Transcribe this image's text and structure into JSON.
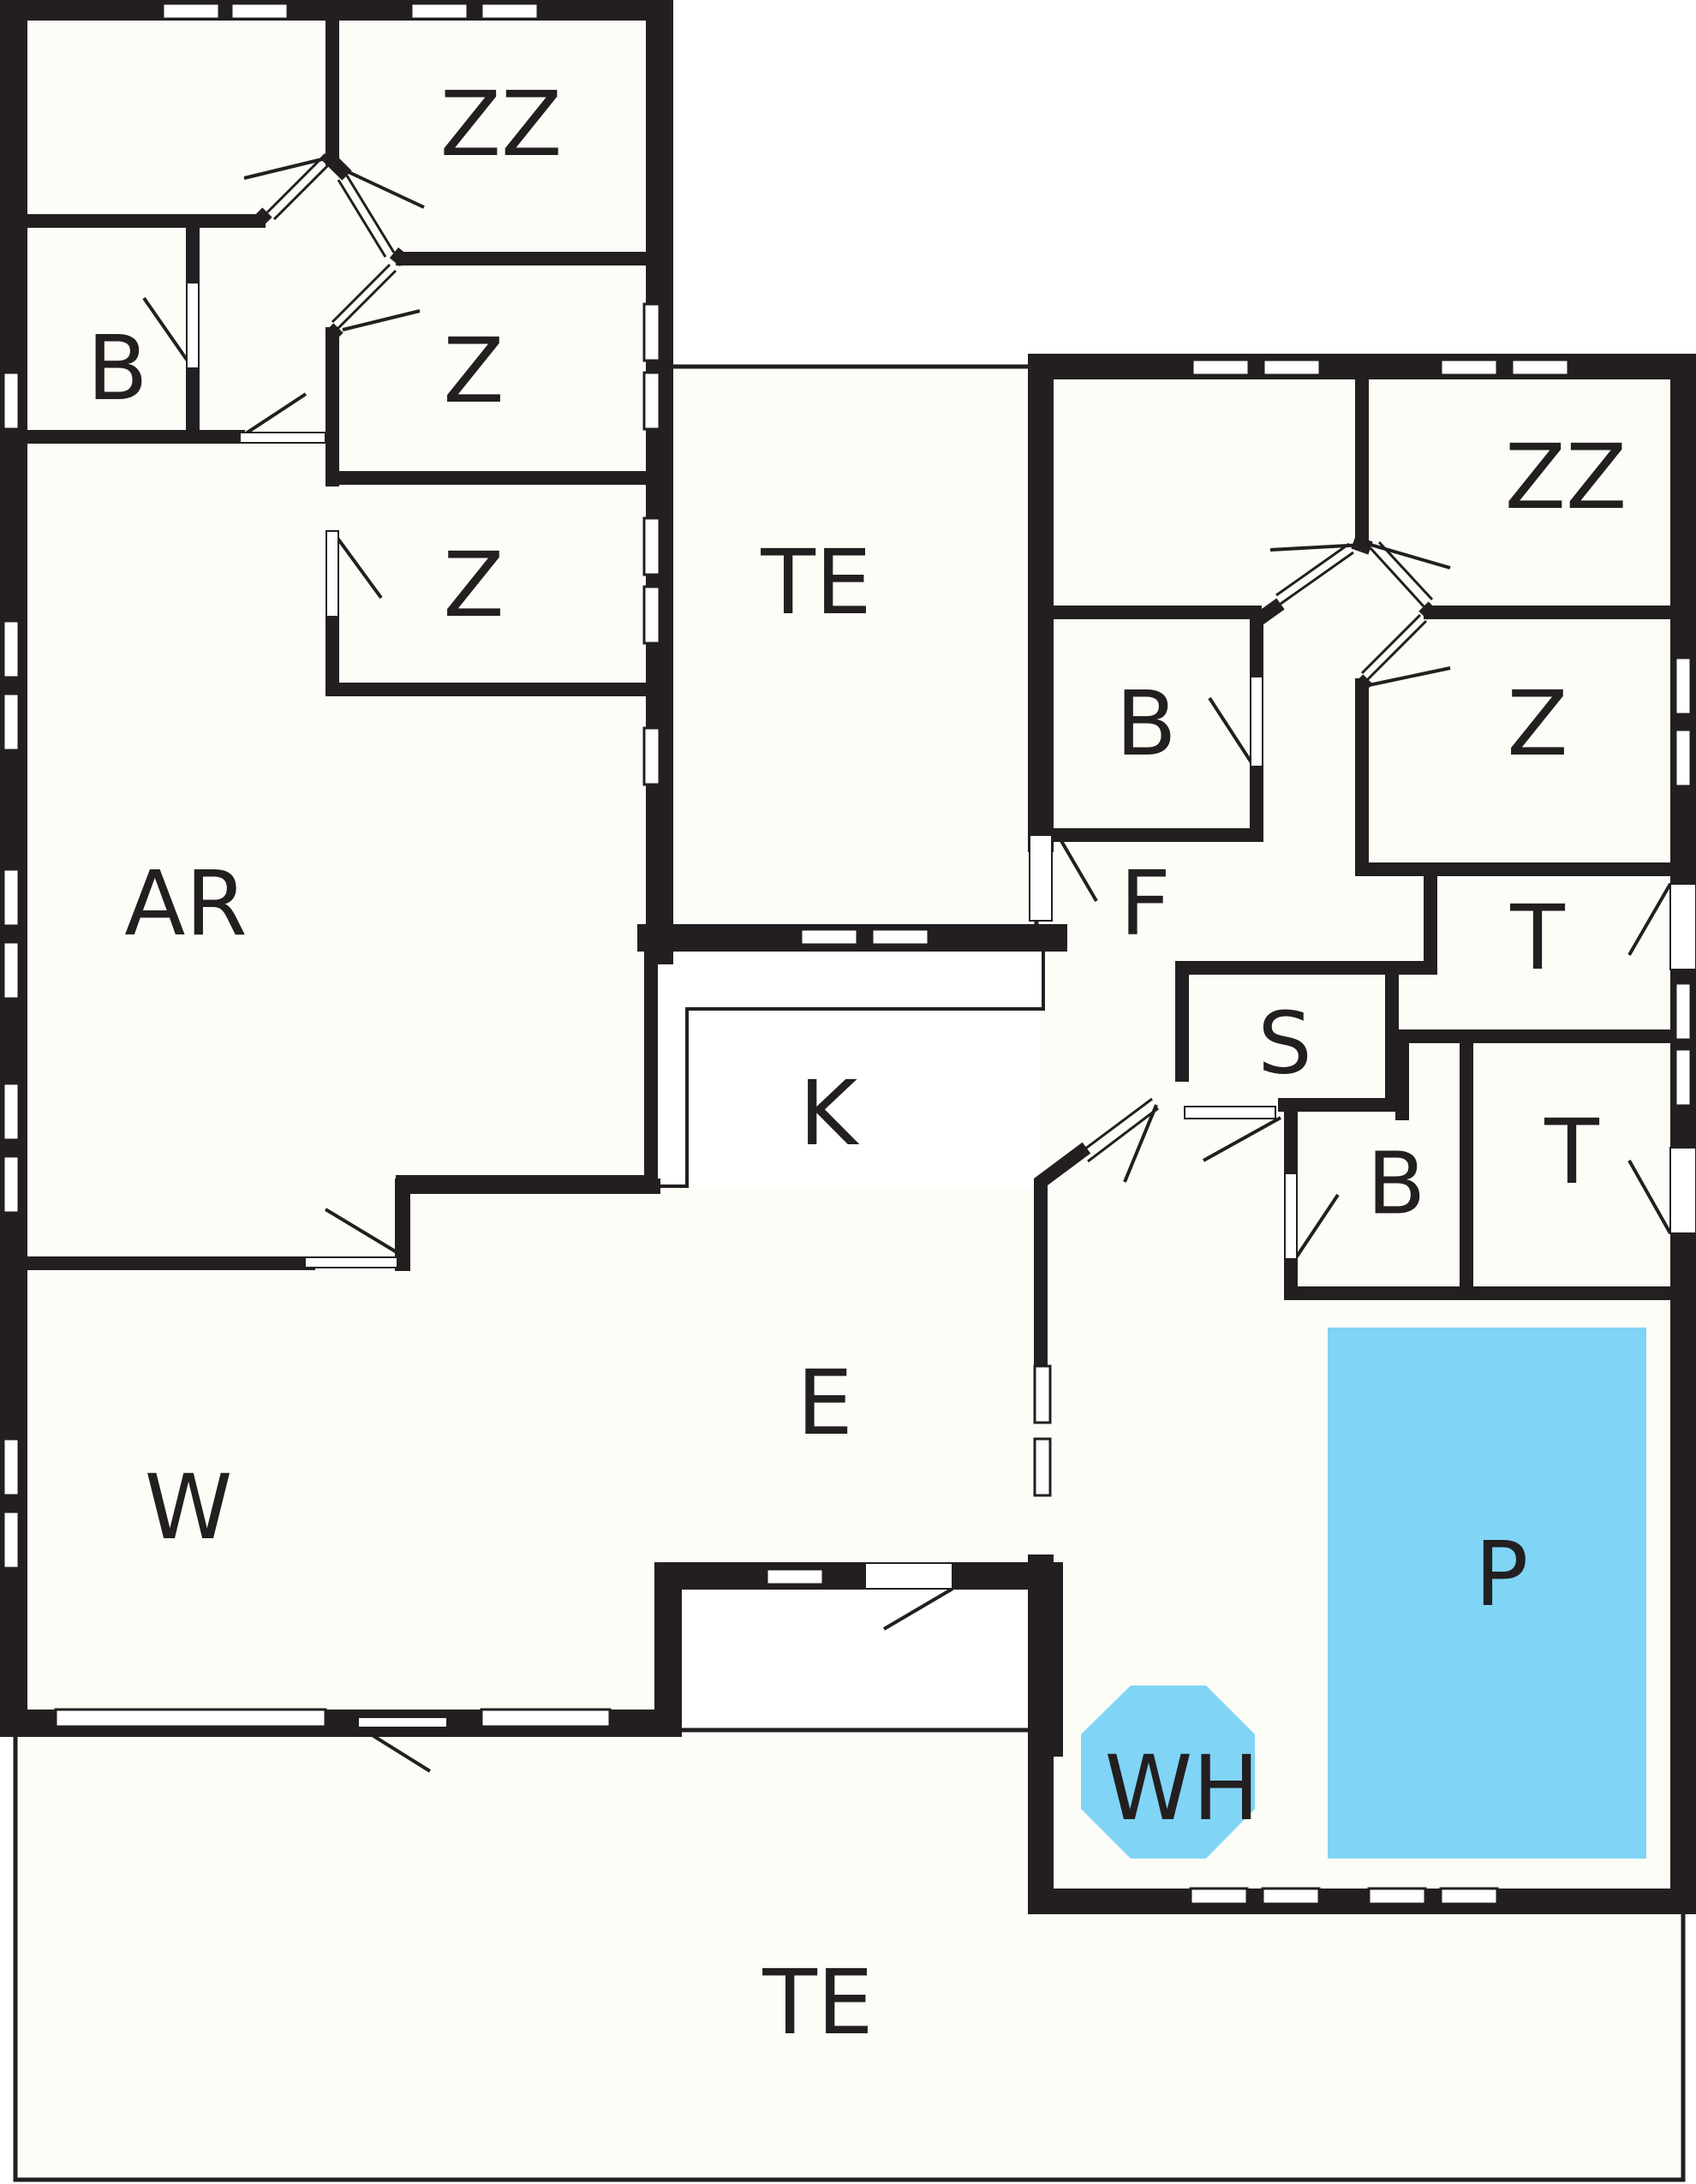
{
  "colors": {
    "wall": "#231f20",
    "floor": "#fdfdf7",
    "water": "#80d4f6",
    "background": "#ffffff"
  },
  "labels": {
    "zz_top": "ZZ",
    "b_top": "B",
    "z_upper": "Z",
    "z_lower": "Z",
    "ar": "AR",
    "te_mid": "TE",
    "zz_right": "ZZ",
    "b_right": "B",
    "z_right": "Z",
    "f": "F",
    "t_upper": "T",
    "s": "S",
    "k": "K",
    "b_small": "B",
    "t_lower": "T",
    "e": "E",
    "w": "W",
    "p": "P",
    "wh": "WH",
    "te_bottom": "TE"
  }
}
